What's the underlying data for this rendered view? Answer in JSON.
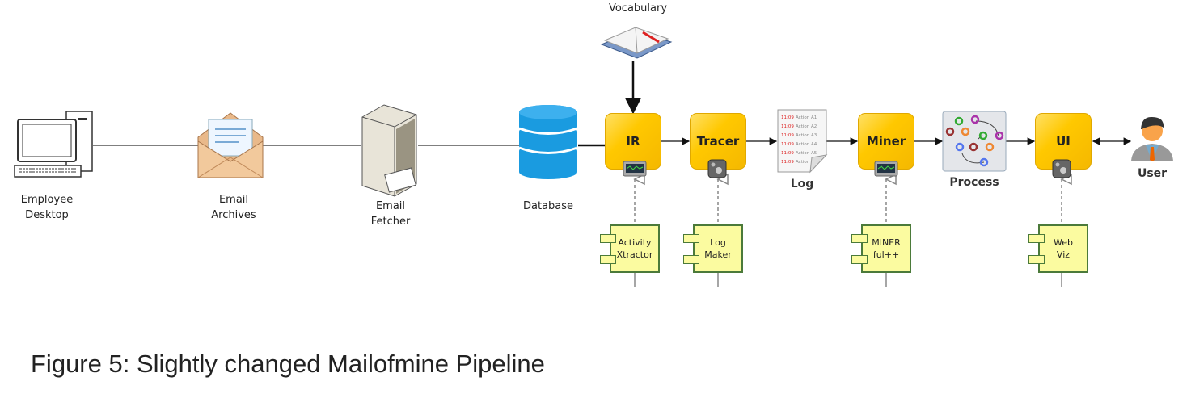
{
  "nodes": {
    "employee_desktop": "Employee\nDesktop",
    "email_archives": "Email\nArchives",
    "email_fetcher": "Email\nFetcher",
    "database": "Database",
    "vocabulary": "Vocabulary",
    "ir": "IR",
    "tracer": "Tracer",
    "log": "Log",
    "miner": "Miner",
    "process": "Process",
    "ui": "UI",
    "user": "User"
  },
  "components": {
    "activity_xtractor": "Activity\nXtractor",
    "log_maker": "Log\nMaker",
    "minerful": "MINER\nful++",
    "web_viz": "Web\nViz"
  },
  "log_icon_lines": [
    "11:09 Action A1",
    "11:09 Action A2",
    "11:09 Action A3",
    "11:09 Action A4",
    "11:09 Action A5",
    "11:09 Action"
  ],
  "caption": "Figure 5: Slightly changed Mailofmine Pipeline",
  "colors": {
    "stage_box": "#ffc800",
    "component_fill": "#fbfba0",
    "component_border": "#4b7a3a",
    "database": "#1a9be0"
  }
}
